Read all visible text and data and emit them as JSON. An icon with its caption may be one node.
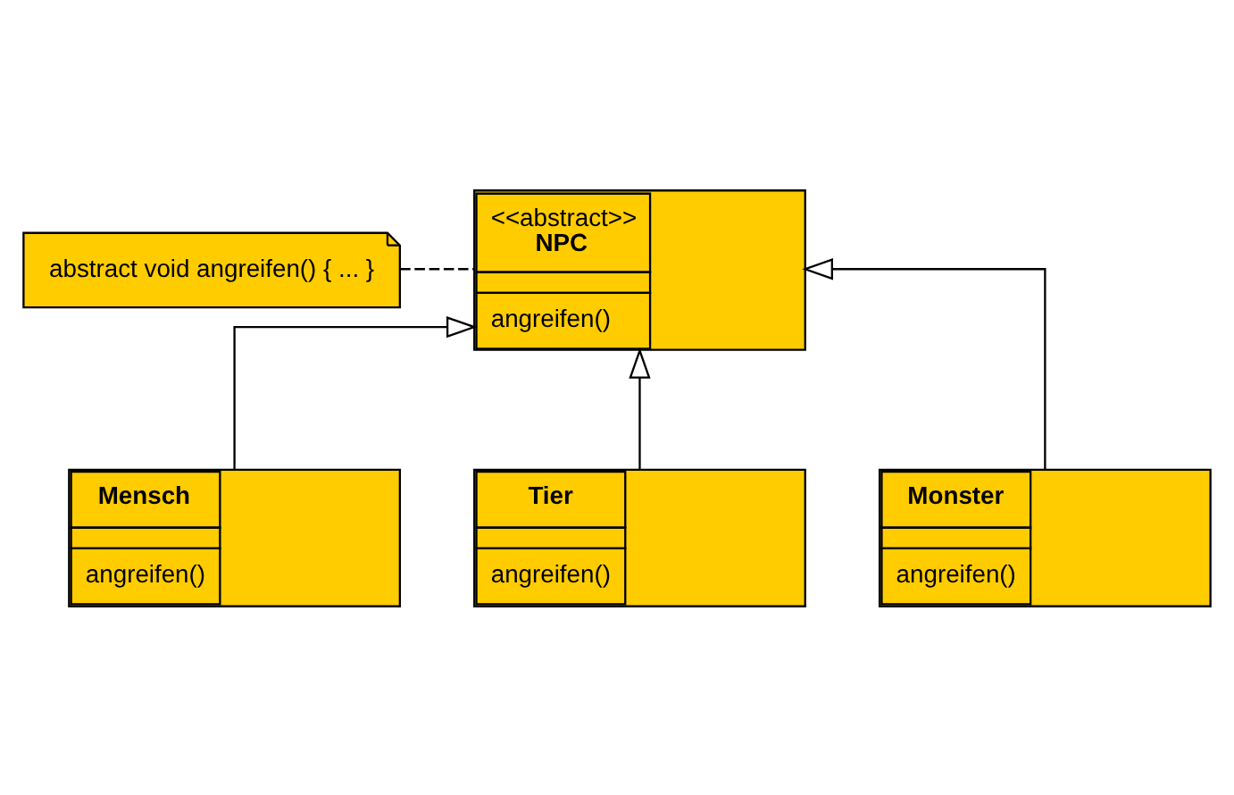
{
  "diagram": {
    "nodes": [
      {
        "text": [
          "abstract void angreifen() { ... }"
        ]
      },
      {
        "text": [
          "<<abstract>>",
          "NPC",
          "angreifen()"
        ]
      },
      {
        "text": [
          "Mensch",
          "angreifen()"
        ]
      },
      {
        "text": [
          "Tier",
          "angreifen()"
        ]
      },
      {
        "text": [
          "Monster",
          "angreifen()"
        ]
      }
    ],
    "edges": [
      {
        "from": 0,
        "to": 1,
        "arrow": "none",
        "style": "dashed"
      },
      {
        "from": 2,
        "to": 1,
        "arrow": "to"
      },
      {
        "from": 3,
        "to": 1,
        "arrow": "to"
      },
      {
        "from": 4,
        "to": 1,
        "arrow": "to"
      }
    ]
  }
}
